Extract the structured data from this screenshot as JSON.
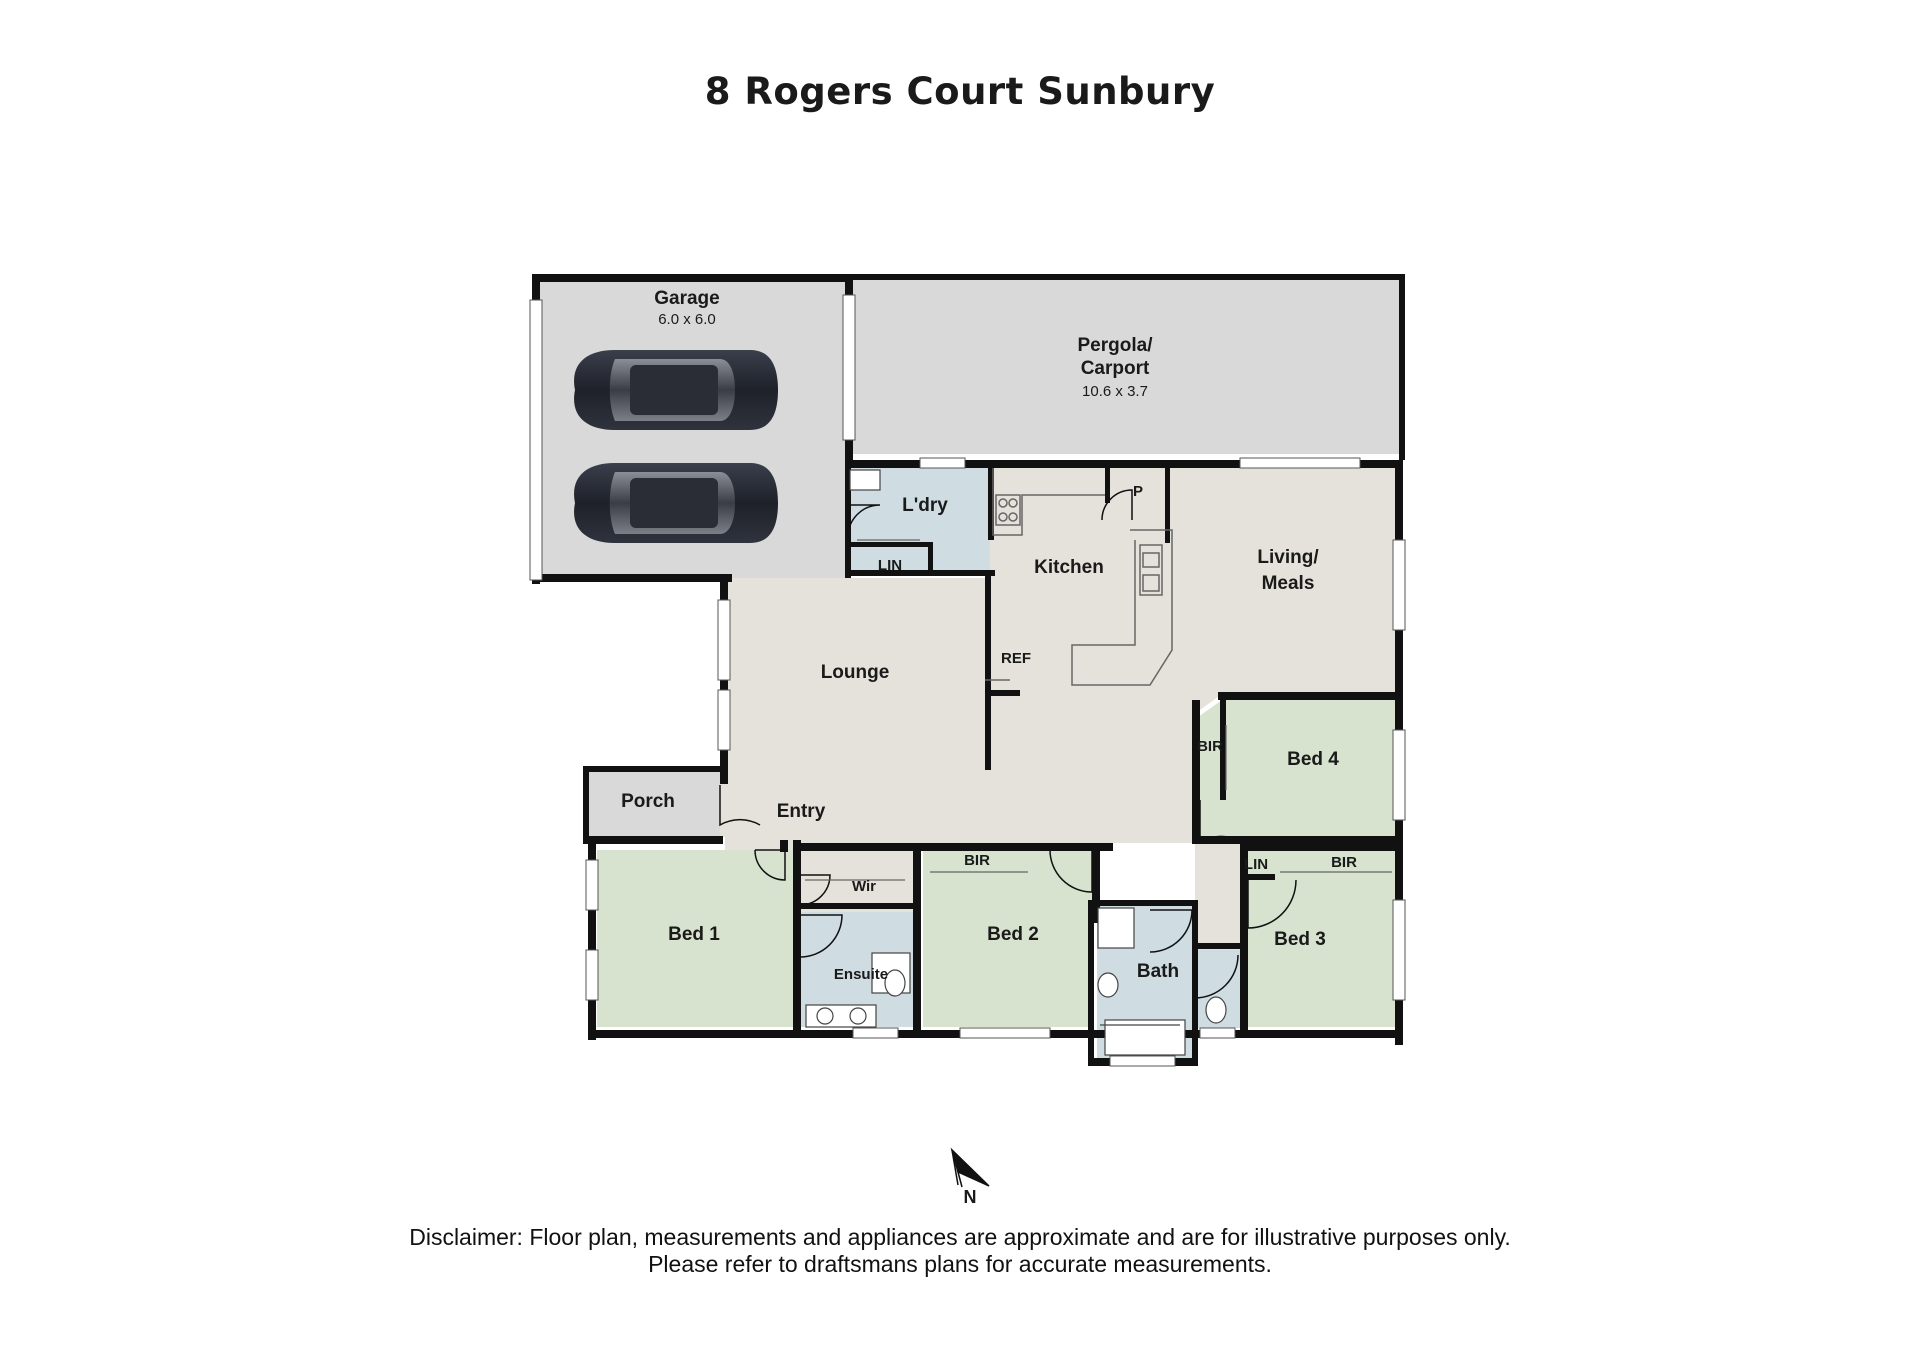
{
  "title": "8 Rogers Court Sunbury",
  "rooms": {
    "garage": {
      "name": "Garage",
      "dims": "6.0 x 6.0"
    },
    "pergola": {
      "name_line1": "Pergola/",
      "name_line2": "Carport",
      "dims": "10.6 x 3.7"
    },
    "laundry": "L'dry",
    "laundry_linen": "LIN",
    "pantry": "P",
    "kitchen": "Kitchen",
    "fridge": "REF",
    "living": {
      "line1": "Living/",
      "line2": "Meals"
    },
    "lounge": "Lounge",
    "porch": "Porch",
    "entry": "Entry",
    "bed1": "Bed 1",
    "wir": "Wir",
    "ensuite": "Ensuite",
    "bed2": "Bed 2",
    "bed2_bir": "BIR",
    "bath": "Bath",
    "hall_linen": "LIN",
    "bed3": "Bed 3",
    "bed3_bir": "BIR",
    "bed4": "Bed 4",
    "bed4_bir": "BIR"
  },
  "compass": {
    "label": "N"
  },
  "disclaimer": {
    "line1": "Disclaimer: Floor plan, measurements and appliances are approximate and are for illustrative purposes only.",
    "line2": "Please refer to draftsmans plans for accurate measurements."
  },
  "colors": {
    "garage_fill": "#d9d9d9",
    "living_fill": "#e4e2da",
    "bedroom_fill": "#d7e3cf",
    "wet_fill": "#cfdde3",
    "wall": "#111111"
  }
}
